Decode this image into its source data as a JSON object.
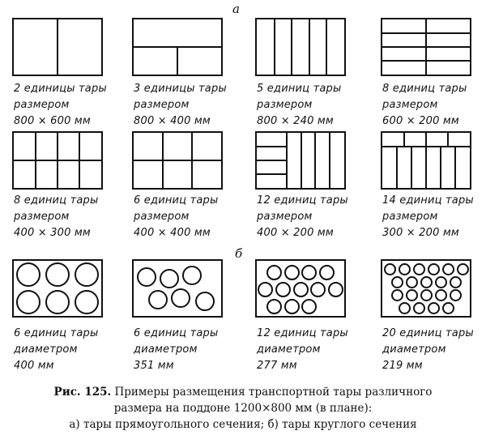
{
  "section_a": "а",
  "section_b": "б",
  "panels": [
    {
      "count": "2 единицы тары",
      "word": "размером",
      "size": "800 × 600 мм"
    },
    {
      "count": "3 единицы тары",
      "word": "размером",
      "size": "800 × 400 мм"
    },
    {
      "count": "5 единиц тары",
      "word": "размером",
      "size": "800 × 240 мм"
    },
    {
      "count": "8 единиц тары",
      "word": "размером",
      "size": "600 × 200 мм"
    },
    {
      "count": "8 единиц тары",
      "word": "размером",
      "size": "400 × 300 мм"
    },
    {
      "count": "6 единиц тары",
      "word": "размером",
      "size": "400 × 400 мм"
    },
    {
      "count": "12 единиц тары",
      "word": "размером",
      "size": "400 × 200 мм"
    },
    {
      "count": "14 единиц тары",
      "word": "размером",
      "size": "300 × 200 мм"
    },
    {
      "count": "6 единиц тары",
      "word": "диаметром",
      "size": "400 мм"
    },
    {
      "count": "6 единиц тары",
      "word": "диаметром",
      "size": "351 мм"
    },
    {
      "count": "12 единиц тары",
      "word": "диаметром",
      "size": "277 мм"
    },
    {
      "count": "20 единиц тары",
      "word": "диаметром",
      "size": "219 мм"
    }
  ],
  "figure_caption": {
    "label": "Рис. 125.",
    "line1": "Примеры размещения транспортной тары различного",
    "line2": "размера на поддоне 1200×800 мм (в плане):",
    "line3": "а) тары прямоугольного сечения; б) тары круглого сечения"
  }
}
